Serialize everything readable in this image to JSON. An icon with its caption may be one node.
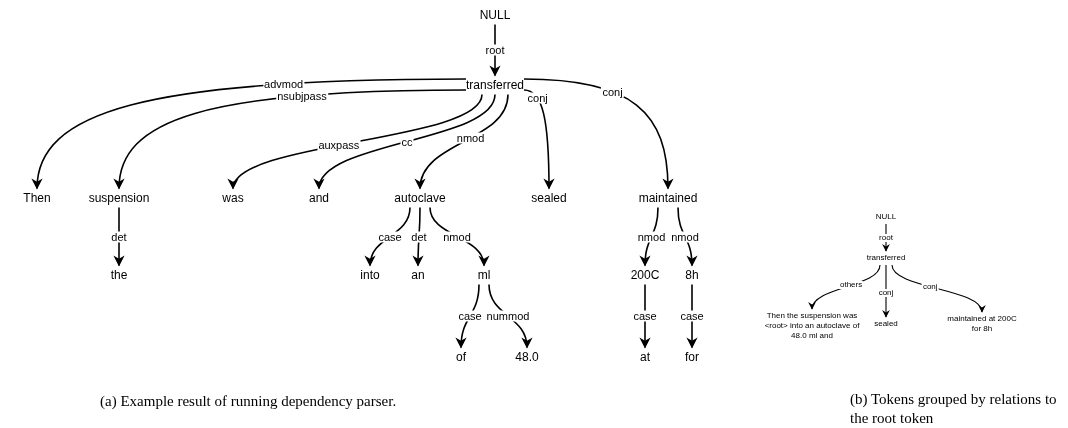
{
  "diagram": {
    "nodes": [
      {
        "text": [
          "NULL"
        ]
      },
      {
        "text": [
          "transferred"
        ]
      },
      {
        "text": [
          "Then"
        ]
      },
      {
        "text": [
          "suspension"
        ]
      },
      {
        "text": [
          "was"
        ]
      },
      {
        "text": [
          "and"
        ]
      },
      {
        "text": [
          "autoclave"
        ]
      },
      {
        "text": [
          "sealed"
        ]
      },
      {
        "text": [
          "maintained"
        ]
      },
      {
        "text": [
          "the"
        ]
      },
      {
        "text": [
          "into"
        ]
      },
      {
        "text": [
          "an"
        ]
      },
      {
        "text": [
          "ml"
        ]
      },
      {
        "text": [
          "200C"
        ]
      },
      {
        "text": [
          "8h"
        ]
      },
      {
        "text": [
          "of"
        ]
      },
      {
        "text": [
          "48.0"
        ]
      },
      {
        "text": [
          "at"
        ]
      },
      {
        "text": [
          "for"
        ]
      },
      {
        "text": [
          "NULL"
        ]
      },
      {
        "text": [
          "transferred"
        ]
      },
      {
        "text": [
          "Then the suspension was <root> into an autoclave of 48.0 ml and"
        ]
      },
      {
        "text": [
          "sealed"
        ]
      },
      {
        "text": [
          "maintained at 200C for 8h"
        ]
      }
    ],
    "edges": [
      {
        "from": 0,
        "to": 1,
        "arrow": "to",
        "label": "root"
      },
      {
        "from": 1,
        "to": 2,
        "arrow": "to",
        "label": "advmod"
      },
      {
        "from": 1,
        "to": 3,
        "arrow": "to",
        "label": "nsubjpass"
      },
      {
        "from": 1,
        "to": 4,
        "arrow": "to",
        "label": "auxpass"
      },
      {
        "from": 1,
        "to": 5,
        "arrow": "to",
        "label": "cc"
      },
      {
        "from": 1,
        "to": 6,
        "arrow": "to",
        "label": "nmod"
      },
      {
        "from": 1,
        "to": 7,
        "arrow": "to",
        "label": "conj"
      },
      {
        "from": 1,
        "to": 8,
        "arrow": "to",
        "label": "conj"
      },
      {
        "from": 3,
        "to": 9,
        "arrow": "to",
        "label": "det"
      },
      {
        "from": 6,
        "to": 10,
        "arrow": "to",
        "label": "case"
      },
      {
        "from": 6,
        "to": 11,
        "arrow": "to",
        "label": "det"
      },
      {
        "from": 6,
        "to": 12,
        "arrow": "to",
        "label": "nmod"
      },
      {
        "from": 8,
        "to": 13,
        "arrow": "to",
        "label": "nmod"
      },
      {
        "from": 8,
        "to": 14,
        "arrow": "to",
        "label": "nmod"
      },
      {
        "from": 12,
        "to": 15,
        "arrow": "to",
        "label": "case"
      },
      {
        "from": 12,
        "to": 16,
        "arrow": "to",
        "label": "nummod"
      },
      {
        "from": 13,
        "to": 17,
        "arrow": "to",
        "label": "case"
      },
      {
        "from": 14,
        "to": 18,
        "arrow": "to",
        "label": "case"
      },
      {
        "from": 19,
        "to": 20,
        "arrow": "to",
        "label": "root"
      },
      {
        "from": 20,
        "to": 21,
        "arrow": "to",
        "label": "others"
      },
      {
        "from": 20,
        "to": 22,
        "arrow": "to",
        "label": "conj"
      },
      {
        "from": 20,
        "to": 23,
        "arrow": "to",
        "label": "conj"
      }
    ],
    "labels": [
      "(a) Example result of running dependency parser.",
      "(b) Tokens grouped by relations to the root token"
    ]
  }
}
